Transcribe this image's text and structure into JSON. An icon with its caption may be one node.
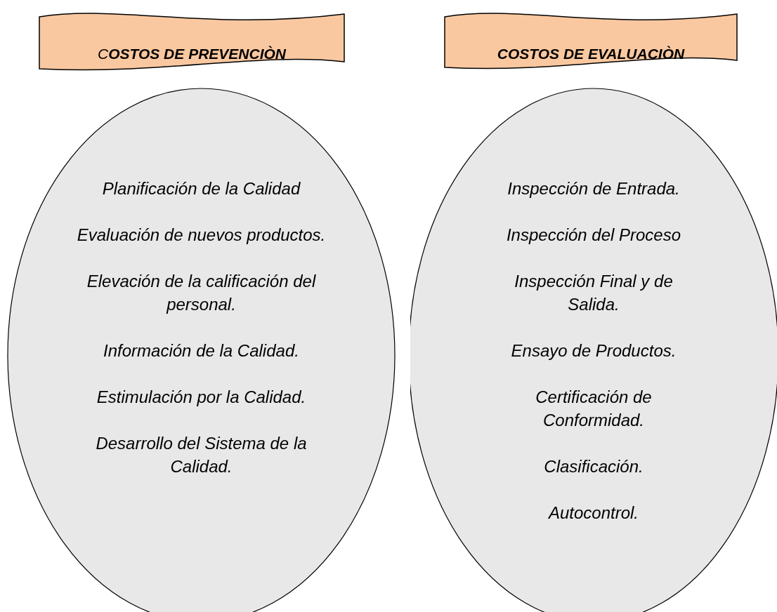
{
  "diagram": {
    "nodes": [
      {
        "text": [
          "C**OSTOS DE PREVENCIÒN**"
        ]
      },
      {
        "text": [
          "Planificación de la Calidad",
          "Evaluación de nuevos productos.",
          "Elevación de la calificación del personal.",
          "Información de la Calidad.",
          "Estimulación por la Calidad.",
          "Desarrollo del Sistema de la Calidad."
        ]
      },
      {
        "text": [
          "COSTOS DE EVALUACIÒN"
        ]
      },
      {
        "text": [
          "Inspección de Entrada.",
          "Inspección del Proceso",
          "Inspección Final y de Salida.",
          "Ensayo de Productos.",
          "Certificación de Conformidad.",
          "Clasificación.",
          "Autocontrol."
        ]
      }
    ],
    "edges": []
  }
}
